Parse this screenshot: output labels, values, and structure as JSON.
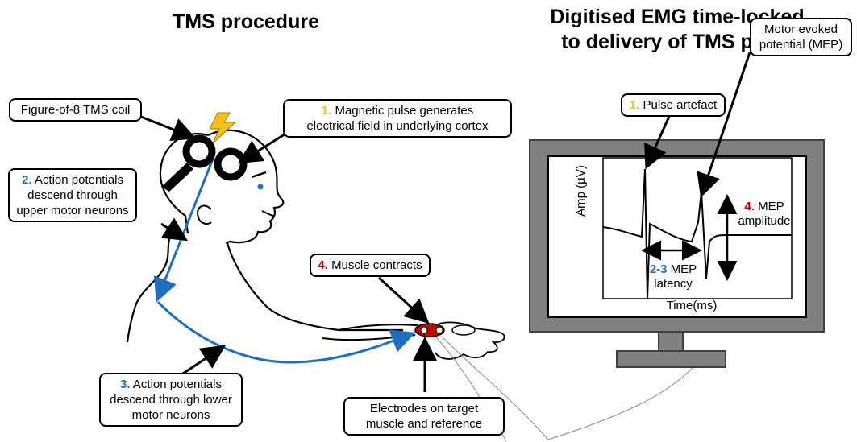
{
  "titles": {
    "left": "TMS procedure",
    "right_line1": "Digitised EMG time-locked",
    "right_line2": "to delivery of TMS pulse"
  },
  "colors": {
    "yellow": "#f3c01e",
    "blue": "#1f6fc1",
    "red": "#c00000",
    "monitor": "#808080",
    "coil": "#000000"
  },
  "callouts": {
    "coil": {
      "text": "Figure-of-8 TMS coil"
    },
    "magnetic": {
      "num": "1.",
      "line1": "Magnetic pulse generates",
      "line2": "electrical field in underlying cortex"
    },
    "upper": {
      "num": "2.",
      "line1": "Action potentials",
      "line2": "descend through",
      "line3": "upper motor neurons"
    },
    "lower": {
      "num": "3.",
      "line1": "Action potentials",
      "line2": "descend through lower",
      "line3": "motor neurons"
    },
    "muscle": {
      "num": "4.",
      "text": "Muscle contracts"
    },
    "electrodes": {
      "line1": "Electrodes on target",
      "line2": "muscle and reference"
    },
    "pulse": {
      "num": "1.",
      "text": "Pulse artefact"
    },
    "mep": {
      "line1": "Motor evoked",
      "line2": "potential (MEP)"
    }
  },
  "emg_plot": {
    "y_axis": "Amp (µV)",
    "x_axis": "Time(ms)",
    "amplitude": {
      "num": "4.",
      "line1": "MEP",
      "line2": "amplitude"
    },
    "latency": {
      "num": "2-3",
      "line1": "MEP",
      "line2": "latency"
    }
  },
  "icons": [
    "lightning-bolt-icon",
    "figure-8-coil-icon"
  ]
}
